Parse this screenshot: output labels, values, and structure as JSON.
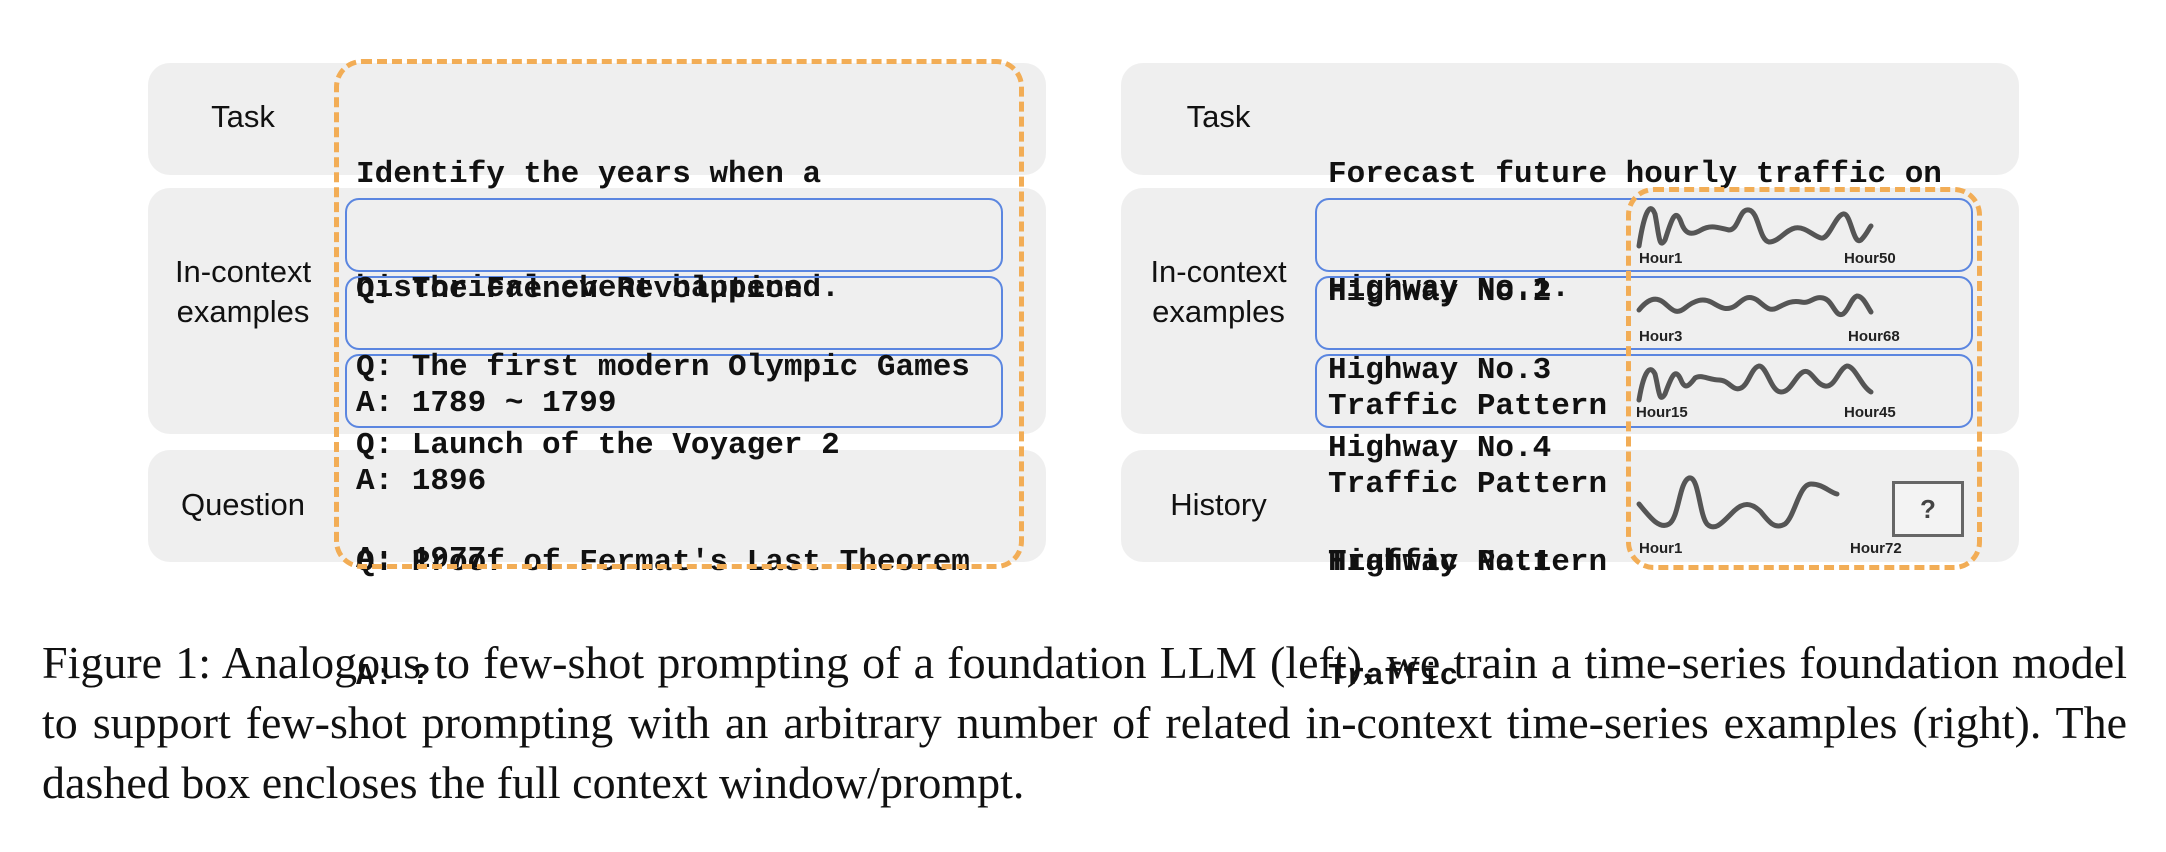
{
  "left_panel": {
    "task_label": "Task",
    "task_text": [
      "Identify the years when a",
      "historical event happened."
    ],
    "incontext_label": [
      "In-context",
      "examples"
    ],
    "examples": [
      {
        "q": "Q: The French Revolution",
        "a": "A: 1789 ~ 1799"
      },
      {
        "q": "Q: The first modern Olympic Games",
        "a": "A: 1896"
      },
      {
        "q": "Q: Launch of the Voyager 2",
        "a": "A: 1977"
      }
    ],
    "question_label": "Question",
    "question": {
      "q": "Q: Proof of Fermat's Last Theorem",
      "a": "A: ?"
    }
  },
  "right_panel": {
    "task_label": "Task",
    "task_text": [
      "Forecast future hourly traffic on",
      "Highway No.1."
    ],
    "incontext_label": [
      "In-context",
      "examples"
    ],
    "examples": [
      {
        "line1": "Highway No.2",
        "line2": "Traffic Pattern",
        "start": "Hour1",
        "end": "Hour50"
      },
      {
        "line1": "Highway No.3",
        "line2": "Traffic Pattern",
        "start": "Hour3",
        "end": "Hour68"
      },
      {
        "line1": "Highway No.4",
        "line2": "Traffic Pattern",
        "start": "Hour15",
        "end": "Hour45"
      }
    ],
    "history_label": "History",
    "history": {
      "line1": "Highway No.1",
      "line2": "Traffic",
      "start": "Hour1",
      "end": "Hour72",
      "unknown": "?"
    }
  },
  "caption": "Figure 1: Analogous to few-shot prompting of a foundation LLM (left), we train a time-series foundation model to support few-shot prompting with an arbitrary number of related in-context time-series examples (right). The dashed box encloses the full context window/prompt.",
  "colors": {
    "band": "#efefef",
    "example_border": "#5b86e0",
    "context_dash": "#f2ad56",
    "wave": "#555555"
  }
}
